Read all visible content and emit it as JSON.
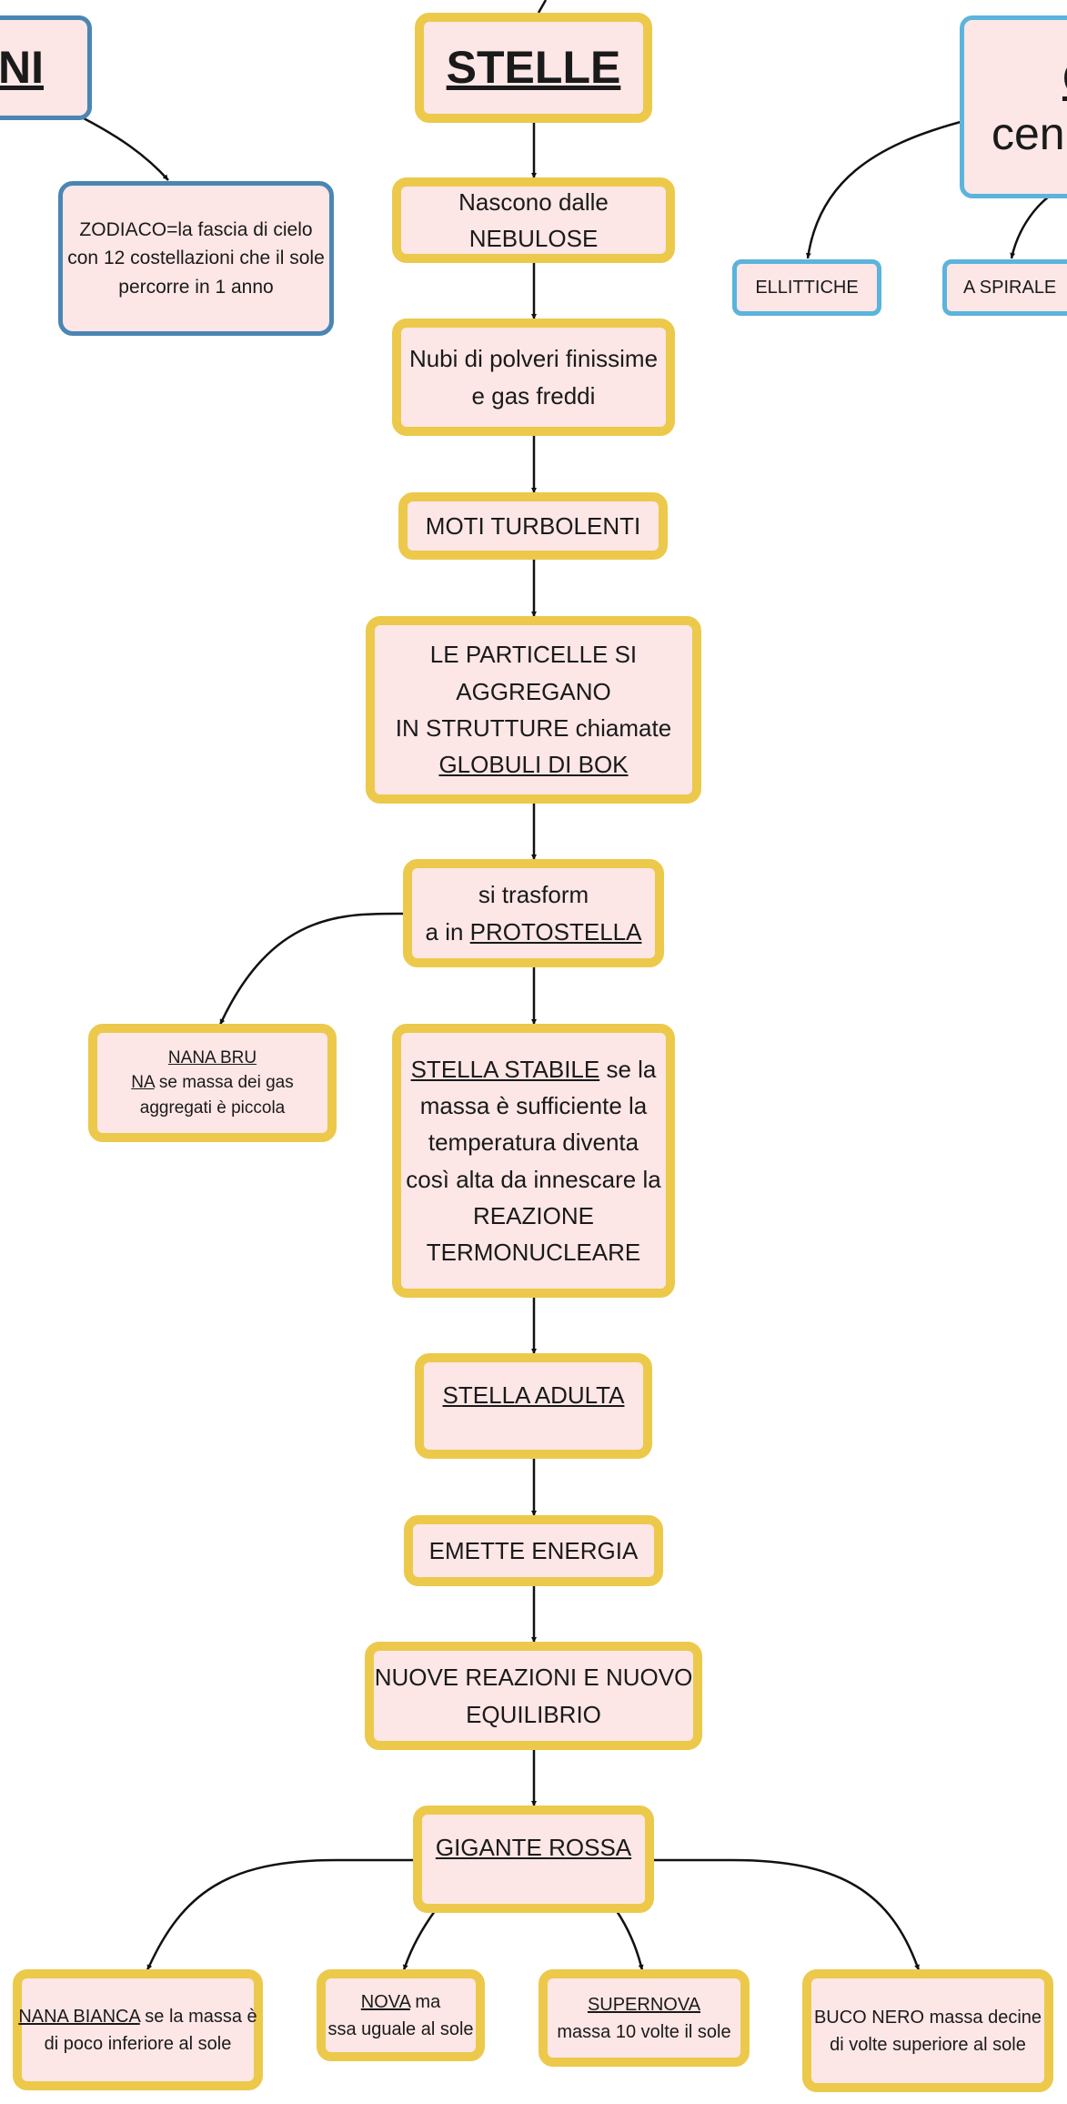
{
  "stelle": {
    "title": "STELLE",
    "nebulose": {
      "line1": "Nascono dalle",
      "line2": "NEBULOSE"
    },
    "nubi": {
      "line1": "Nubi di polveri finissime",
      "line2": "e gas freddi"
    },
    "moti": "MOTI TURBOLENTI",
    "particelle": {
      "line1": "LE PARTICELLE SI",
      "line2": "AGGREGANO",
      "line3": "IN STRUTTURE chiamate",
      "line4": "GLOBULI DI BOK"
    },
    "protostella": {
      "line1": "si trasform",
      "line2_pre": "a in ",
      "line2_link": "PROTOSTELLA"
    },
    "nana_bruna": {
      "line1": "NANA BRU",
      "line2_link": "NA",
      "line2_rest": " se massa dei gas",
      "line3": "aggregati è piccola"
    },
    "stabile": {
      "line1_link": "STELLA STABILE",
      "line1_rest": " se la",
      "line2": "massa è sufficiente la",
      "line3": "temperatura diventa",
      "line4": "così alta da innescare la",
      "line5": "REAZIONE",
      "line6": "TERMONUCLEARE"
    },
    "adulta": "STELLA ADULTA",
    "energia": "EMETTE ENERGIA",
    "reazioni": {
      "line1": "NUOVE REAZIONI E NUOVO",
      "line2": "EQUILIBRIO"
    },
    "gigante": "GIGANTE ROSSA",
    "nana_bianca": {
      "line1_link": "NANA BIANCA",
      "line1_rest": " se la massa è",
      "line2": "di poco inferiore al sole"
    },
    "nova": {
      "line1_link": "NOVA",
      "line1_rest": " ma",
      "line2": "ssa uguale al sole"
    },
    "supernova": {
      "line1_link": "SUPERNOVA",
      "line2": "massa 10 volte il sole"
    },
    "buco_nero": {
      "line1": "BUCO NERO massa decine",
      "line2": "di volte superiore al sole"
    }
  },
  "left_partial": {
    "title_fragment": "NI",
    "zodiaco": {
      "line1": "ZODIACO=la fascia di cielo",
      "line2": "con 12 costellazioni che il sole",
      "line3": "percorre in 1 anno"
    }
  },
  "right_partial": {
    "title_fragment": "G",
    "subtitle_fragment": "cen",
    "ellittiche": "ELLITTICHE",
    "spirale": "A SPIRALE"
  },
  "colors": {
    "node_fill": "#fde6e6",
    "yellow_border": "#ecc94b",
    "light_blue_border": "#5ab4dc",
    "dark_blue_border": "#4a86b4",
    "connector": "#111111"
  }
}
